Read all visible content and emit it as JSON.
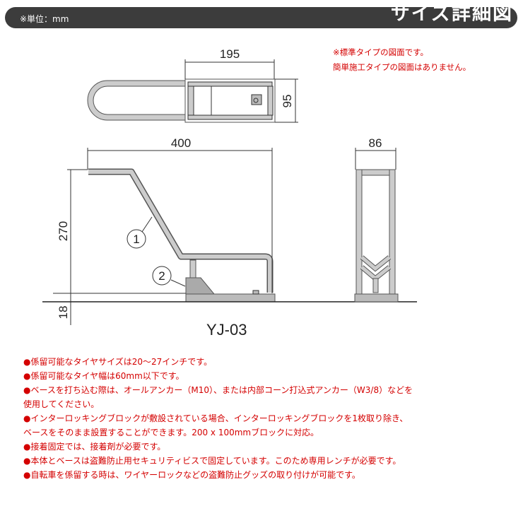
{
  "header": {
    "unit": "※単位：mm",
    "title": "サイズ詳細図"
  },
  "note": [
    "※標準タイプの図面です。",
    "簡単施工タイプの図面はありません。"
  ],
  "dimensions": {
    "top_length": "195",
    "top_width": "95",
    "side_length": "400",
    "side_height": "270",
    "base_height": "18",
    "front_width": "86"
  },
  "callouts": [
    "1",
    "2"
  ],
  "model": "YJ-03",
  "notes": [
    "●係留可能なタイヤサイズは20～27インチです。",
    "●係留可能なタイヤ幅は60mm以下です。",
    "●ベースを打ち込む際は、オールアンカー（M10）、または内部コーン打込式アンカー（W3/8）などを",
    "使用してください。",
    "●インターロッキングブロックが敷設されている場合、インターロッキングブロックを1枚取り除き、",
    "ベースをそのまま設置することができます。200 x 100mmブロックに対応。",
    "●接着固定では、接着剤が必要です。",
    "●本体とベースは盗難防止用セキュリティビスで固定しています。このため専用レンチが必要です。",
    "●自転車を係留する時は、ワイヤーロックなどの盗難防止グッズの取り付けが可能です。"
  ]
}
